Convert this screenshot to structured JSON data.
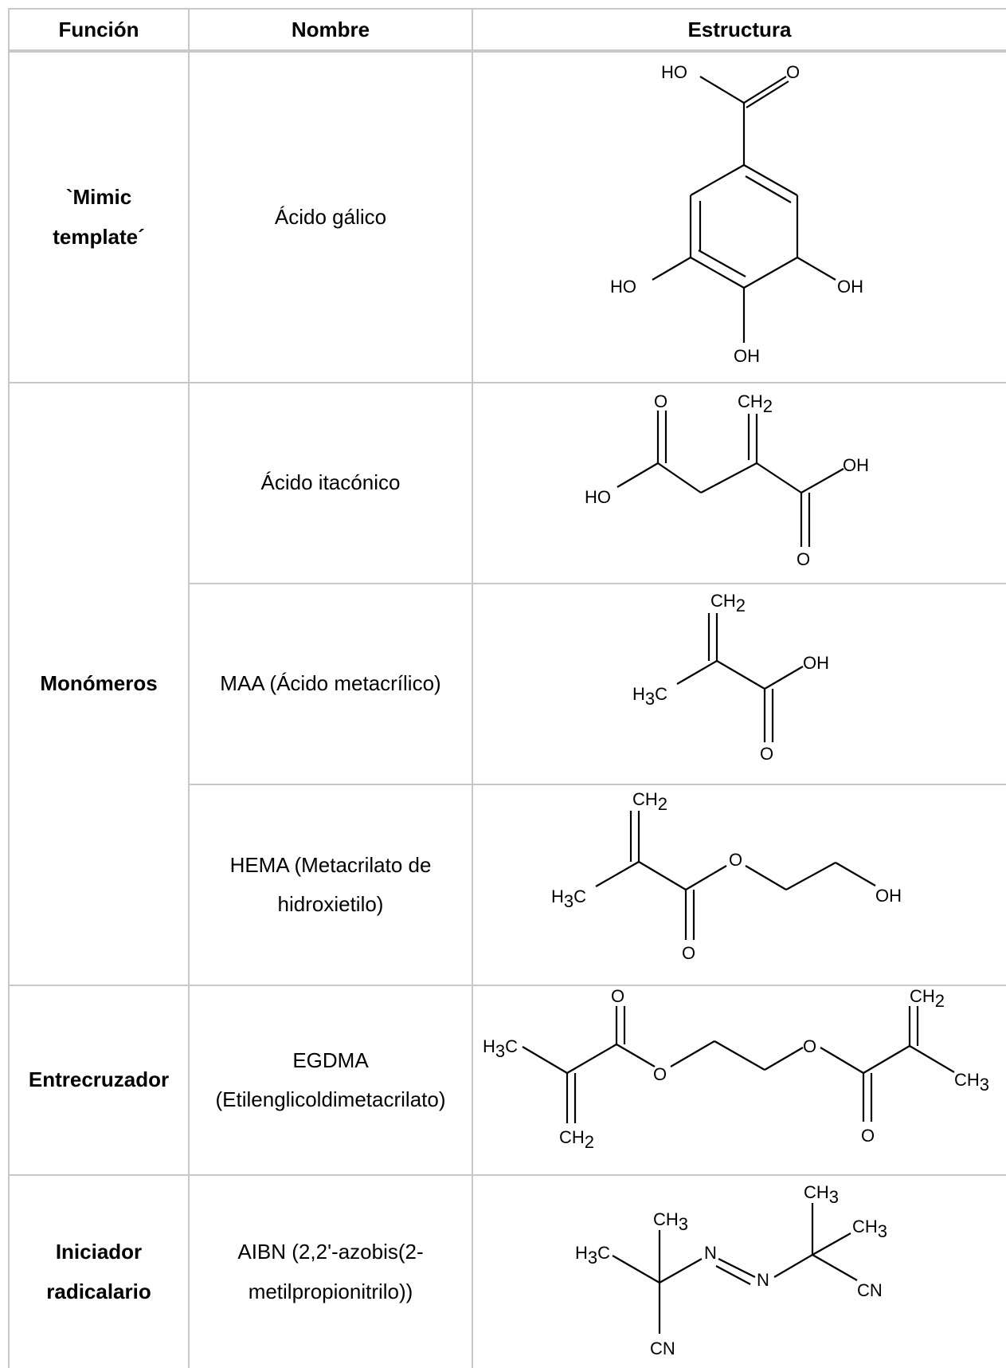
{
  "header": {
    "col1": "Función",
    "col2": "Nombre",
    "col3": "Estructura"
  },
  "rows": [
    {
      "funcion": "`Mimic template´",
      "nombre": "Ácido gálico"
    },
    {
      "funcion": "Monómeros",
      "nombre": "Ácido itacónico"
    },
    {
      "nombre": "MAA (Ácido metacrílico)"
    },
    {
      "nombre": "HEMA (Metacrilato de hidroxietilo)"
    },
    {
      "funcion": "Entrecruzador",
      "nombre": "EGDMA (Etilenglicoldimetacrilato)"
    },
    {
      "funcion": "Iniciador radicalario",
      "nombre": "AIBN (2,2'-azobis(2-metilpropionitrilo))"
    }
  ],
  "atom_labels": {
    "ho": "HO",
    "oh": "OH",
    "o": "O",
    "n": "N",
    "cn": "CN",
    "ch": "CH",
    "c": "C",
    "h": "H",
    "two": "2",
    "three": "3"
  }
}
